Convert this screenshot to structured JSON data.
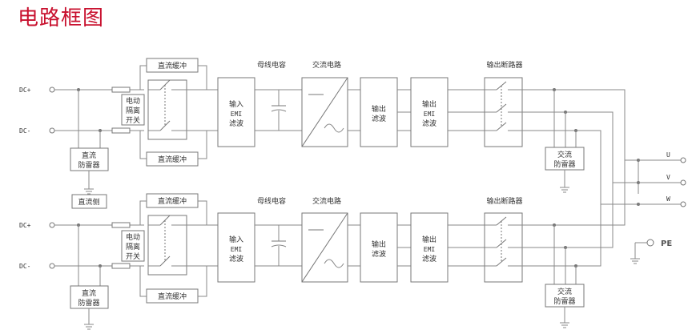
{
  "page_title": "电路框图",
  "labels": {
    "dc_plus": "DC+",
    "dc_minus": "DC-",
    "dc_side": "直流侧",
    "buffer": "直流缓冲",
    "isolator_l1": "电动",
    "isolator_l2": "隔离",
    "isolator_l3": "开关",
    "dc_spd_l1": "直流",
    "dc_spd_l2": "防雷器",
    "bus_cap": "母线电容",
    "inverter": "交流电路",
    "emi_in_l1": "输入",
    "emi_in_l2": "EMI",
    "emi_in_l3": "滤波",
    "out_filter_l1": "输出",
    "out_filter_l2": "滤波",
    "emi_out_l1": "输出",
    "emi_out_l2": "EMI",
    "emi_out_l3": "滤波",
    "out_breaker": "输出断路器",
    "ac_spd_l1": "交流",
    "ac_spd_l2": "防雷器",
    "phase_u": "U",
    "phase_v": "V",
    "phase_w": "W",
    "pe": "PE"
  }
}
